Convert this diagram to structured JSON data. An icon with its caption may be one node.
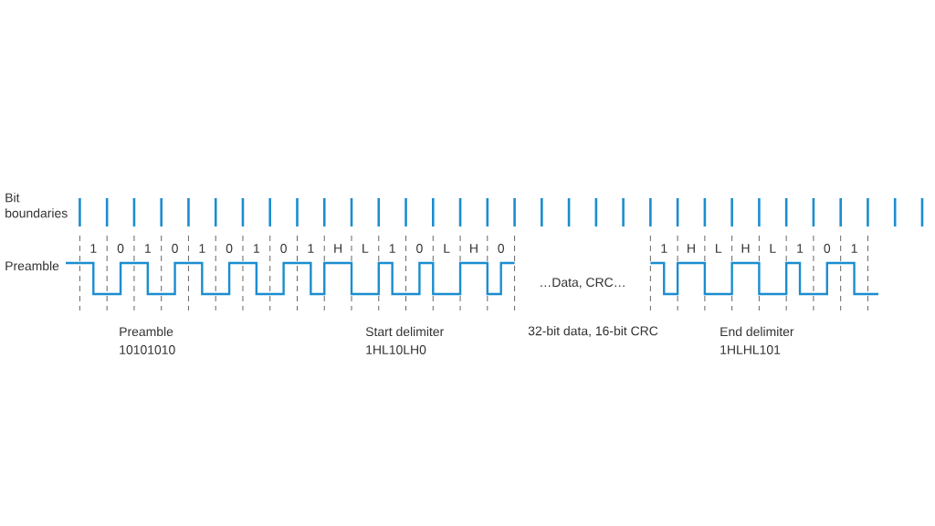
{
  "diagram": {
    "labels": [
      "Bit boundaries",
      "1",
      "0",
      "1",
      "0",
      "1",
      "0",
      "1",
      "0",
      "1",
      "H",
      "L",
      "1",
      "0",
      "L",
      "H",
      "0",
      "1",
      "H",
      "L",
      "H",
      "L",
      "1",
      "0",
      "1",
      "Preamble",
      "…Data, CRC…",
      "Preamble",
      "10101010",
      "Start delimiter",
      "1HL10LH0",
      "32-bit data, 16-bit CRC",
      "End delimiter",
      "1HLHL101"
    ]
  }
}
